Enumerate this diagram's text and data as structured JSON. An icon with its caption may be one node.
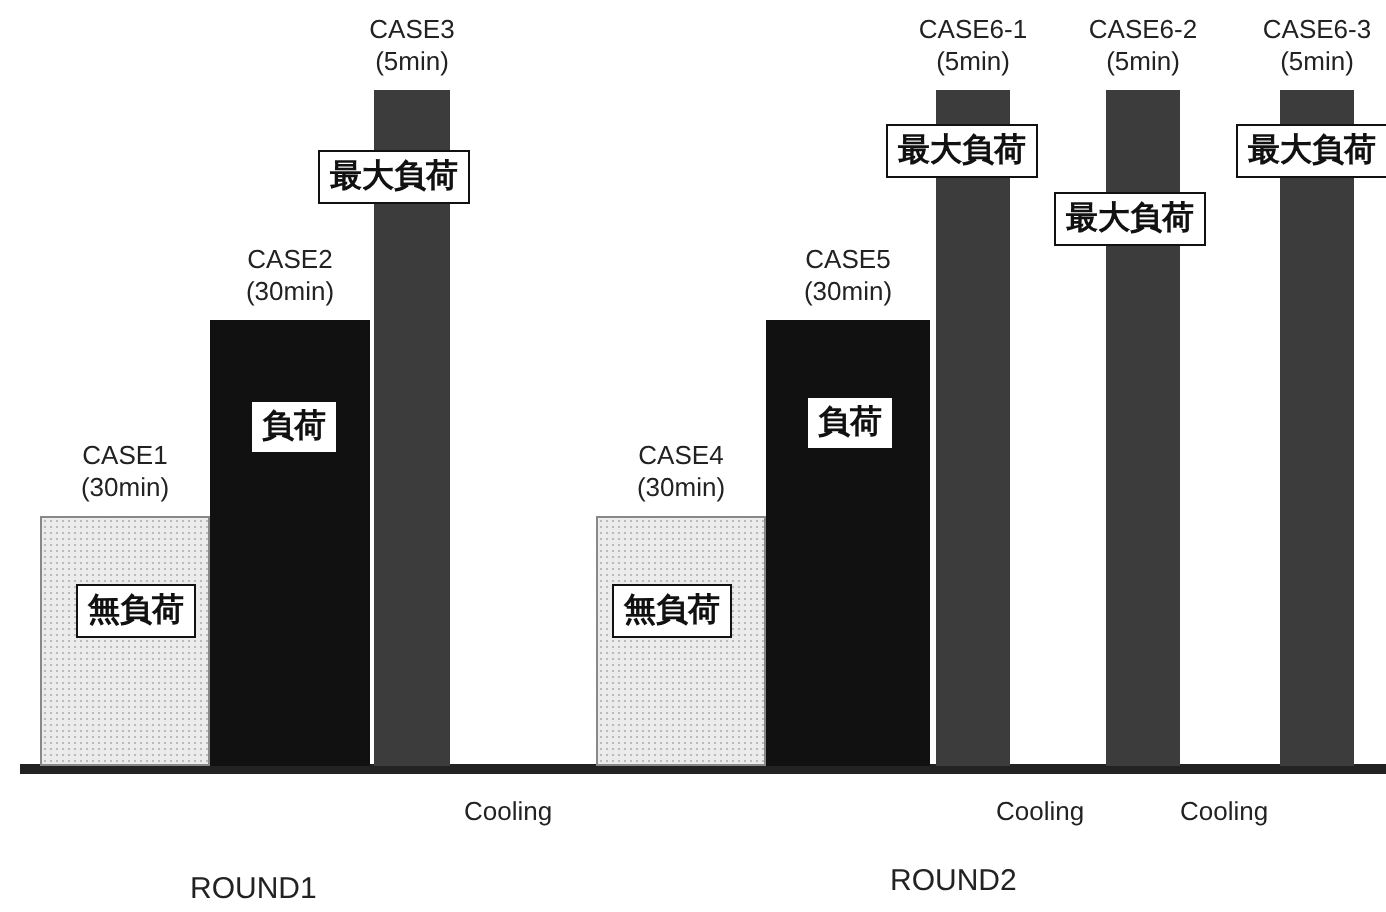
{
  "diagram": {
    "nodes": [
      {
        "text": [
          "CASE1 (30min)",
          "無負荷"
        ]
      },
      {
        "text": [
          "CASE2 (30min)",
          "負荷"
        ]
      },
      {
        "text": [
          "CASE3 (5min)",
          "最大負荷"
        ]
      },
      {
        "text": [
          "CASE4 (30min)",
          "無負荷"
        ]
      },
      {
        "text": [
          "CASE5 (30min)",
          "負荷"
        ]
      },
      {
        "text": [
          "CASE6-1 (5min)",
          "最大負荷"
        ]
      },
      {
        "text": [
          "CASE6-2 (5min)",
          "最大負荷"
        ]
      },
      {
        "text": [
          "CASE6-3 (5min)",
          "最大負荷"
        ]
      }
    ],
    "labels": [
      "Cooling",
      "Cooling",
      "Cooling",
      "ROUND1",
      "ROUND2"
    ]
  }
}
